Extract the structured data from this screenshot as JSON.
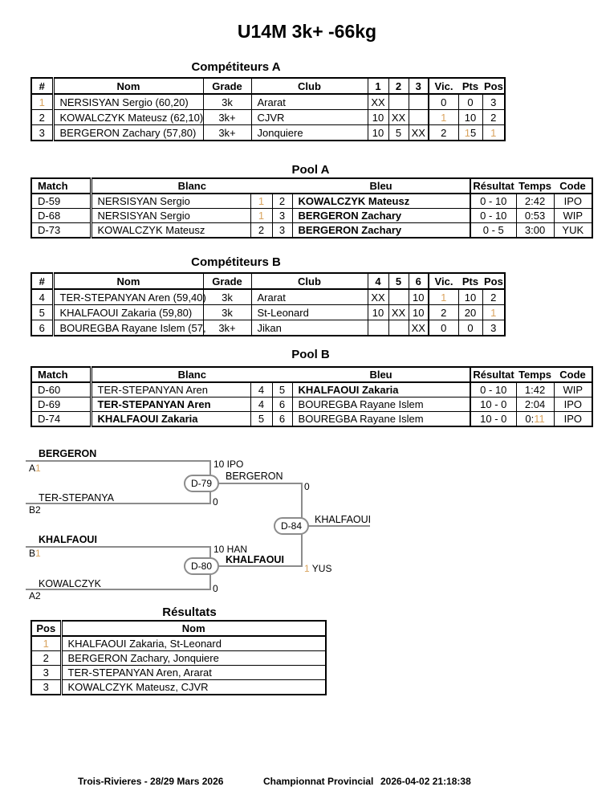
{
  "title": "U14M 3k+ -66kg",
  "accent_color": "#d9a45f",
  "competitors_a": {
    "heading": "Compétiteurs A",
    "table": {
      "headers": [
        "#",
        "Nom",
        "Grade",
        "Club",
        "1",
        "2",
        "3",
        "Vic.",
        "Pts",
        "Pos"
      ],
      "rows": [
        [
          {
            "v": "1",
            "hl": true
          },
          "NERSISYAN Sergio (60,20)",
          "3k",
          "Ararat",
          "XX",
          "",
          "",
          "0",
          "0",
          "3"
        ],
        [
          "2",
          "KOWALCZYK Mateusz (62,10)",
          "3k+",
          "CJVR",
          "10",
          "XX",
          "",
          {
            "v": "1",
            "hl": true
          },
          "10",
          "2"
        ],
        [
          "3",
          "BERGERON Zachary (57,80)",
          "3k+",
          "Jonquiere",
          "10",
          "5",
          "XX",
          "2",
          {
            "v": "15",
            "hl": true
          },
          {
            "v": "1",
            "hl": true
          }
        ]
      ]
    }
  },
  "pool_a": {
    "heading": "Pool A",
    "table": {
      "headers": [
        "Match",
        "Blanc",
        "Bleu",
        "Résultat",
        "Temps",
        "Code"
      ],
      "rows": [
        [
          "D-59",
          "NERSISYAN Sergio",
          {
            "v": "1",
            "hl": true
          },
          "2",
          {
            "v": "KOWALCZYK Mateusz",
            "b": true
          },
          "0 - 10",
          "2:42",
          "IPO"
        ],
        [
          "D-68",
          "NERSISYAN Sergio",
          {
            "v": "1",
            "hl": true
          },
          "3",
          {
            "v": "BERGERON Zachary",
            "b": true
          },
          "0 - 10",
          "0:53",
          "WIP"
        ],
        [
          "D-73",
          "KOWALCZYK Mateusz",
          "2",
          "3",
          {
            "v": "BERGERON Zachary",
            "b": true
          },
          "0 - 5",
          "3:00",
          "YUK"
        ]
      ]
    }
  },
  "competitors_b": {
    "heading": "Compétiteurs B",
    "table": {
      "headers": [
        "#",
        "Nom",
        "Grade",
        "Club",
        "4",
        "5",
        "6",
        "Vic.",
        "Pts",
        "Pos"
      ],
      "rows": [
        [
          "4",
          "TER-STEPANYAN Aren (59,40)",
          "3k",
          "Ararat",
          "XX",
          "",
          "10",
          {
            "v": "1",
            "hl": true
          },
          "10",
          "2"
        ],
        [
          "5",
          "KHALFAOUI Zakaria (59,80)",
          "3k",
          "St-Leonard",
          "10",
          "XX",
          "10",
          "2",
          "20",
          {
            "v": "1",
            "hl": true
          }
        ],
        [
          "6",
          "BOUREGBA Rayane Islem (57,",
          "3k+",
          "Jikan",
          "",
          "",
          "XX",
          "0",
          "0",
          "3"
        ]
      ]
    }
  },
  "pool_b": {
    "heading": "Pool B",
    "table": {
      "headers": [
        "Match",
        "Blanc",
        "Bleu",
        "Résultat",
        "Temps",
        "Code"
      ],
      "rows": [
        [
          "D-60",
          "TER-STEPANYAN Aren",
          "4",
          "5",
          {
            "v": "KHALFAOUI Zakaria",
            "b": true
          },
          "0 - 10",
          "1:42",
          "WIP"
        ],
        [
          "D-69",
          {
            "v": "TER-STEPANYAN Aren",
            "b": true
          },
          "4",
          "6",
          "BOUREGBA Rayane Islem",
          "10 - 0",
          "2:04",
          "IPO"
        ],
        [
          "D-74",
          {
            "v": "KHALFAOUI Zakaria",
            "b": true
          },
          "5",
          "6",
          "BOUREGBA Rayane Islem",
          "10 - 0",
          {
            "v": "0:11",
            "hl": true
          },
          "IPO"
        ]
      ]
    }
  },
  "bracket": {
    "semifinal_1": {
      "code": "D-79",
      "top_name": "BERGERON",
      "top_seed": "A1",
      "bottom_name": "TER-STEPANYA",
      "bottom_seed": "B2",
      "top_score": "10 IPO",
      "bottom_score": "0",
      "winner": "BERGERON"
    },
    "semifinal_2": {
      "code": "D-80",
      "top_name": "KHALFAOUI",
      "top_seed": "B1",
      "bottom_name": "KOWALCZYK",
      "bottom_seed": "A2",
      "top_score": "10 HAN",
      "bottom_score": "0",
      "winner": "KHALFAOUI"
    },
    "final": {
      "code": "D-84",
      "top_score": "0",
      "bottom_score": "1 YUS",
      "winner": "KHALFAOUI"
    }
  },
  "results": {
    "heading": "Résultats",
    "table": {
      "headers": [
        "Pos",
        "Nom"
      ],
      "rows": [
        [
          {
            "v": "1",
            "hl": true
          },
          "KHALFAOUI Zakaria, St-Leonard"
        ],
        [
          "2",
          "BERGERON Zachary, Jonquiere"
        ],
        [
          "3",
          "TER-STEPANYAN Aren, Ararat"
        ],
        [
          "3",
          "KOWALCZYK Mateusz, CJVR"
        ]
      ]
    }
  },
  "footer": {
    "event": "Trois-Rivieres - 28/29 Mars 2026",
    "championship": "Championnat Provincial",
    "generated": "2026-04-02 21:18:38"
  }
}
